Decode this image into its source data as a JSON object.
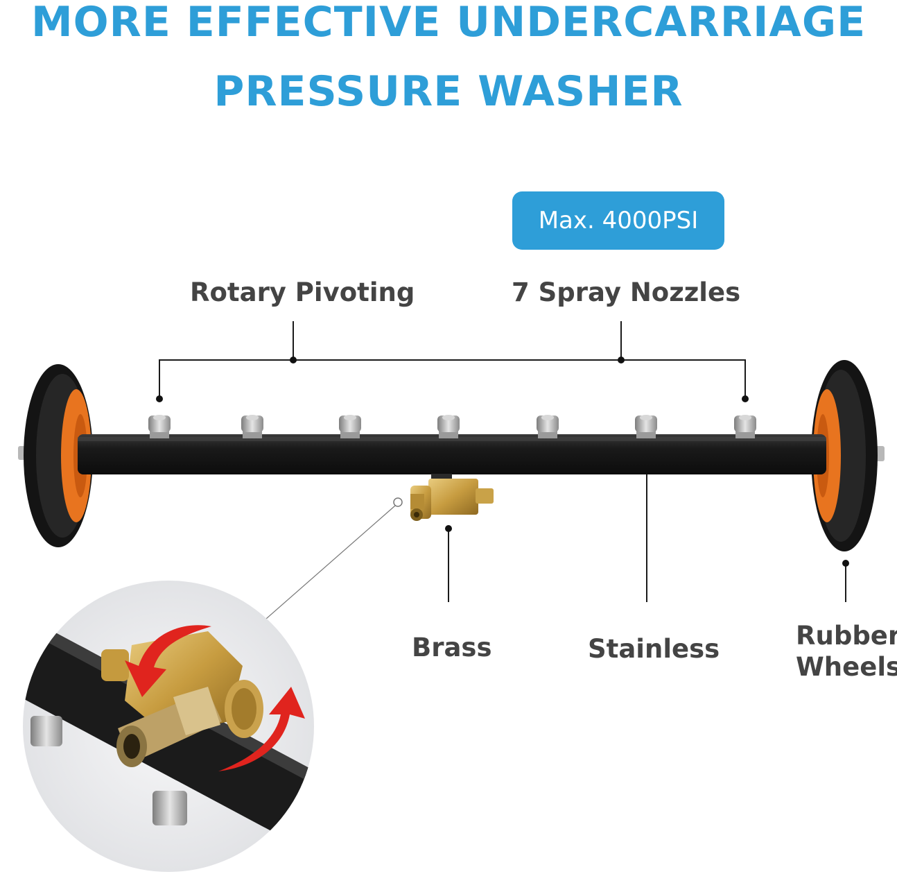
{
  "headline": {
    "line1": "MORE EFFECTIVE UNDERCARRIAGE",
    "line2": "PRESSURE WASHER"
  },
  "badge": {
    "text": "Max. 4000PSI"
  },
  "callouts": {
    "rotary": "Rotary Pivoting",
    "nozzles": "7 Spray Nozzles",
    "brass": "Brass",
    "stainless": "Stainless",
    "rubber_line1": "Rubber",
    "rubber_line2": "Wheels"
  },
  "colors": {
    "accent_blue": "#2e9ed8",
    "label_gray": "#444444",
    "tube_black": "#1c1c1c",
    "hub_orange": "#e8741f",
    "arrow_red": "#e0241e",
    "brass": "#c9a248"
  }
}
